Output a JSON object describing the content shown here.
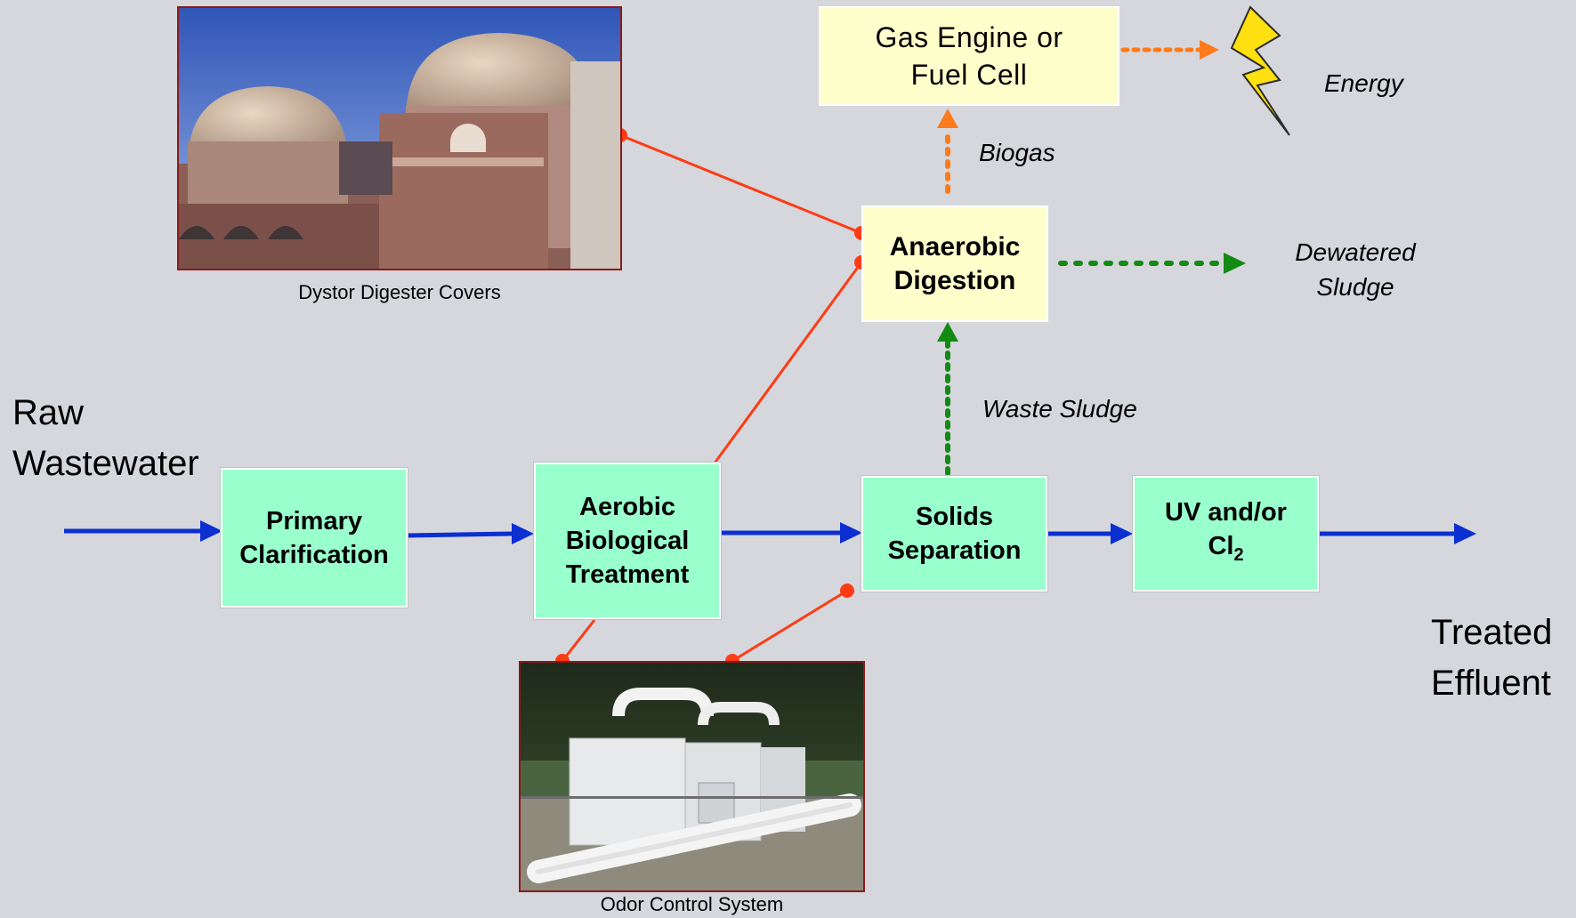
{
  "nodes": {
    "primary": "Primary Clarification",
    "aerobic": "Aerobic Biological Treatment",
    "solids": "Solids Separation",
    "uv_text": "UV and/or Cl",
    "uv_sub": "2",
    "anaerobic": "Anaerobic Digestion",
    "gas_engine": "Gas Engine or Fuel Cell"
  },
  "labels": {
    "raw_1": "Raw",
    "raw_2": "Wastewater",
    "treated_1": "Treated",
    "treated_2": "Effluent",
    "biogas": "Biogas",
    "energy": "Energy",
    "dewatered": "Dewatered Sludge",
    "waste_sludge": "Waste Sludge"
  },
  "photos": {
    "digester_caption": "Dystor Digester Covers",
    "odor_caption": "Odor Control System"
  },
  "colors": {
    "background": "#d5d7dc",
    "process_box": "#99ffcc",
    "digestion_box": "#ffffcc",
    "main_flow_arrow": "#0b2fd1",
    "biogas_arrow": "#ff7a1a",
    "sludge_arrow": "#138a13",
    "connector_line": "#ff3b14",
    "lightning": "#ffe010"
  },
  "icons": {
    "energy": "lightning-bolt-icon"
  }
}
